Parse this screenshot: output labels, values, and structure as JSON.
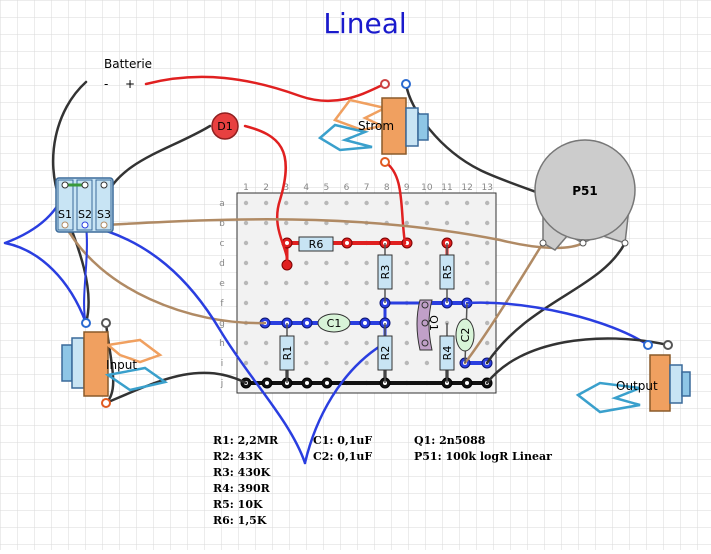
{
  "title": "Lineal",
  "battery": {
    "label": "Batterie",
    "minus": "-",
    "plus": "+"
  },
  "components": {
    "led": "D1",
    "power_jack": "Strom",
    "pot": "P51",
    "switch": [
      "S1",
      "S2",
      "S3"
    ],
    "input_jack": "Input",
    "output_jack": "Output",
    "resistors": [
      "R1",
      "R2",
      "R3",
      "R4",
      "R5",
      "R6"
    ],
    "caps": [
      "C1",
      "C2"
    ],
    "transistor": "Q1"
  },
  "board": {
    "columns": [
      "1",
      "2",
      "3",
      "4",
      "5",
      "6",
      "7",
      "8",
      "9",
      "10",
      "11",
      "12",
      "13"
    ],
    "rows": [
      "a",
      "b",
      "c",
      "d",
      "e",
      "f",
      "g",
      "h",
      "i",
      "j"
    ]
  },
  "parts_list": {
    "col1": [
      "R1: 2,2MR",
      "R2: 43K",
      "R3: 430K",
      "R4: 390R",
      "R5: 10K",
      "R6: 1,5K"
    ],
    "col2": [
      "C1: 0,1uF",
      "C2: 0,1uF"
    ],
    "col3": [
      "Q1: 2n5088",
      "P51: 100k logR Linear"
    ]
  },
  "colors": {
    "title": "#1a1acc",
    "red_wire": "#e02020",
    "blue_wire": "#2a3ee0",
    "black_wire": "#111111",
    "brown_wire": "#b08a64",
    "jack_orange": "#f0a060",
    "jack_blue": "#8ec6e6",
    "pot_gray": "#cccccc",
    "grid": "#d4d4d4"
  }
}
